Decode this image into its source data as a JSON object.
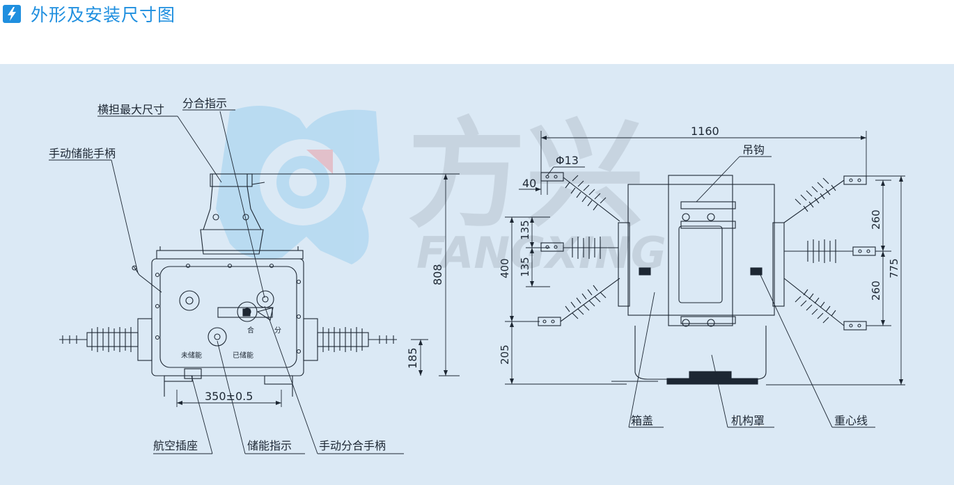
{
  "header": {
    "icon": "lightning-icon",
    "title": "外形及安装尺寸图",
    "accent_color": "#1f8fdf"
  },
  "panel": {
    "background": "#dbe9f5"
  },
  "watermark": {
    "brand_cn": "方兴",
    "brand_en": "FANGXING"
  },
  "left_view": {
    "labels": {
      "crossarm_max": "横担最大尺寸",
      "open_close_indicator": "分合指示",
      "manual_storage_handle": "手动储能手柄",
      "aviation_socket": "航空插座",
      "storage_indicator": "储能指示",
      "manual_open_close_handle": "手动分合手柄",
      "not_stored": "未储能",
      "stored": "已储能",
      "close": "合",
      "open": "分"
    },
    "dimensions": {
      "height_total": "808",
      "height_low": "185",
      "mount_spacing": "350±0.5"
    }
  },
  "right_view": {
    "labels": {
      "hook": "吊钩",
      "tank_cover": "箱盖",
      "mechanism_cover": "机构罩",
      "gravity_line": "重心线"
    },
    "dimensions": {
      "width_total": "1160",
      "hole_dia": "Φ13",
      "d40": "40",
      "d135a": "135",
      "d135b": "135",
      "d400": "400",
      "d205": "205",
      "d260a": "260",
      "d260b": "260",
      "d775": "775"
    }
  }
}
